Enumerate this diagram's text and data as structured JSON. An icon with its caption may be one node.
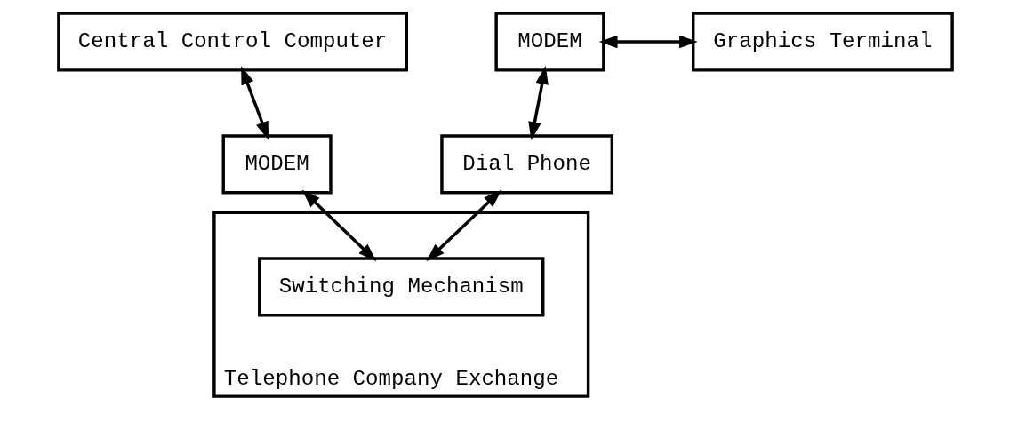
{
  "diagram": {
    "nodes": [
      {
        "text": [
          "Central Control Computer"
        ]
      },
      {
        "text": [
          "MODEM"
        ]
      },
      {
        "text": [
          "Telephone Company Exchange"
        ]
      },
      {
        "text": [
          "Switching Mechanism"
        ],
        "in": 2
      },
      {
        "text": [
          "MODEM"
        ]
      },
      {
        "text": [
          "Graphics Terminal"
        ]
      },
      {
        "text": [
          "Dial Phone"
        ]
      }
    ],
    "edges": [
      {
        "from": 0,
        "to": 1,
        "arrow": "both"
      },
      {
        "from": 1,
        "to": 3,
        "arrow": "both"
      },
      {
        "from": 6,
        "to": 3,
        "arrow": "both"
      },
      {
        "from": 4,
        "to": 6,
        "arrow": "both"
      },
      {
        "from": 4,
        "to": 5,
        "arrow": "both"
      }
    ]
  }
}
